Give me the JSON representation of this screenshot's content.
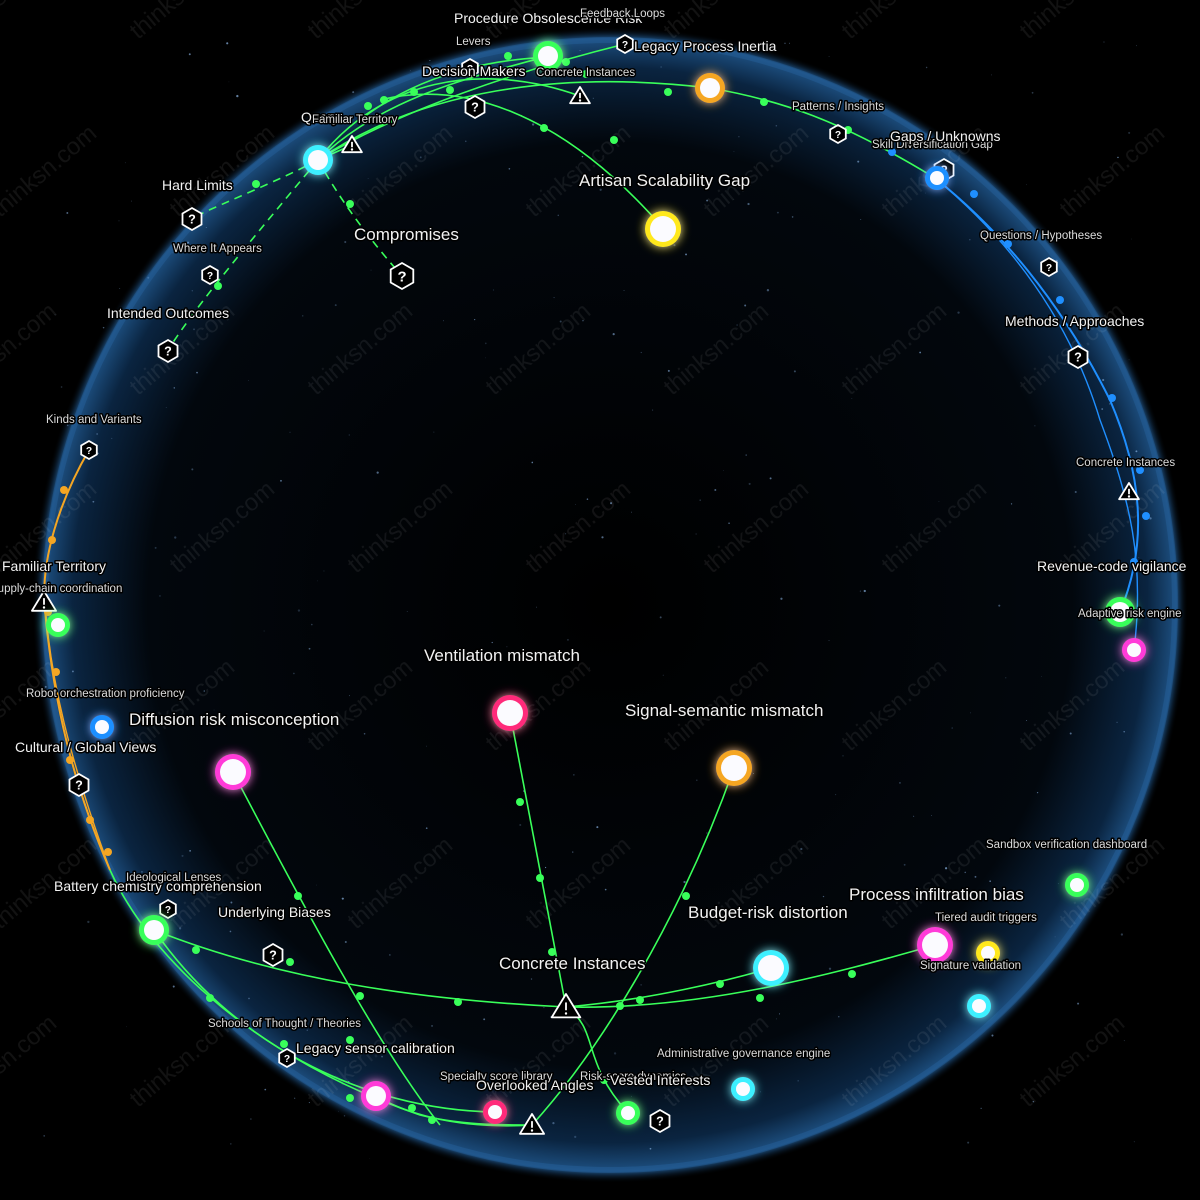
{
  "watermark": "thinksn.com",
  "colors": {
    "green": "#39ff5a",
    "blue": "#1f8fff",
    "orange": "#f5a623",
    "magenta": "#ff3ad8",
    "pink": "#ff2a7a",
    "yellow": "#ffe81a",
    "cyan": "#3cf0ff",
    "sphere": "#0b2a4a"
  },
  "nodes": [
    {
      "id": "query",
      "label": "Query",
      "size": "md",
      "color": "cyan"
    },
    {
      "id": "artisan",
      "label": "Artisan Scalability Gap",
      "size": "lg",
      "color": "yellow"
    },
    {
      "id": "legacy-inertia",
      "label": "Legacy Process Inertia",
      "size": "md",
      "color": "orange"
    },
    {
      "id": "procedure-risk",
      "label": "Procedure Obsolescence Risk",
      "size": "md",
      "color": "green"
    },
    {
      "id": "skill-div",
      "label": "Skill Diversification Gap",
      "size": "sm",
      "color": "blue"
    },
    {
      "id": "revenue-vigilance",
      "label": "Revenue-code vigilance",
      "size": "md",
      "color": "green"
    },
    {
      "id": "adaptive-risk",
      "label": "Adaptive risk engine",
      "size": "sm",
      "color": "magenta"
    },
    {
      "id": "supply-chain",
      "label": "Supply-chain coordination",
      "size": "sm",
      "color": "green"
    },
    {
      "id": "robot-orch",
      "label": "Robot orchestration proficiency",
      "size": "sm",
      "color": "blue"
    },
    {
      "id": "diffusion",
      "label": "Diffusion risk misconception",
      "size": "lg",
      "color": "magenta"
    },
    {
      "id": "ventilation",
      "label": "Ventilation mismatch",
      "size": "lg",
      "color": "pink"
    },
    {
      "id": "signal-semantic",
      "label": "Signal-semantic mismatch",
      "size": "lg",
      "color": "orange"
    },
    {
      "id": "battery",
      "label": "Battery chemistry comprehension",
      "size": "md",
      "color": "green"
    },
    {
      "id": "budget-risk",
      "label": "Budget-risk distortion",
      "size": "lg",
      "color": "cyan"
    },
    {
      "id": "process-infiltration",
      "label": "Process infiltration bias",
      "size": "lg",
      "color": "magenta"
    },
    {
      "id": "sandbox",
      "label": "Sandbox verification dashboard",
      "size": "sm",
      "color": "green"
    },
    {
      "id": "signature",
      "label": "Signature validation",
      "size": "sm",
      "color": "yellow"
    },
    {
      "id": "tiered-audit",
      "label": "Tiered audit triggers",
      "size": "sm",
      "color": "cyan"
    },
    {
      "id": "legacy-sensor",
      "label": "Legacy sensor calibration",
      "size": "md",
      "color": "magenta"
    },
    {
      "id": "specialty-score",
      "label": "Specialty score library",
      "size": "sm",
      "color": "pink"
    },
    {
      "id": "risk-scoring",
      "label": "Risk-score dynamics",
      "size": "sm",
      "color": "green"
    },
    {
      "id": "admin-gov",
      "label": "Administrative governance engine",
      "size": "sm",
      "color": "cyan"
    }
  ],
  "markers": [
    {
      "id": "m-feedback",
      "label": "Feedback Loops",
      "type": "question",
      "size": "sm"
    },
    {
      "id": "m-levers",
      "label": "Levers",
      "type": "question",
      "size": "sm"
    },
    {
      "id": "m-decision",
      "label": "Decision Makers",
      "type": "question",
      "size": "md"
    },
    {
      "id": "m-concrete-top",
      "label": "Concrete Instances",
      "type": "warning",
      "size": "sm"
    },
    {
      "id": "m-familiar-top",
      "label": "Familiar Territory",
      "type": "warning",
      "size": "sm"
    },
    {
      "id": "m-patterns",
      "label": "Patterns / Insights",
      "type": "question",
      "size": "sm"
    },
    {
      "id": "m-gaps",
      "label": "Gaps / Unknowns",
      "type": "question",
      "size": "md"
    },
    {
      "id": "m-questions",
      "label": "Questions / Hypotheses",
      "type": "question",
      "size": "sm"
    },
    {
      "id": "m-methods",
      "label": "Methods / Approaches",
      "type": "question",
      "size": "md"
    },
    {
      "id": "m-concrete-right",
      "label": "Concrete Instances",
      "type": "warning",
      "size": "sm"
    },
    {
      "id": "m-hard-limits",
      "label": "Hard Limits",
      "type": "question",
      "size": "md"
    },
    {
      "id": "m-compromises",
      "label": "Compromises",
      "type": "question",
      "size": "lg"
    },
    {
      "id": "m-where",
      "label": "Where It Appears",
      "type": "question",
      "size": "sm"
    },
    {
      "id": "m-intended",
      "label": "Intended Outcomes",
      "type": "question",
      "size": "md"
    },
    {
      "id": "m-kinds",
      "label": "Kinds and Variants",
      "type": "question",
      "size": "sm"
    },
    {
      "id": "m-familiar-left",
      "label": "Familiar Territory",
      "type": "warning",
      "size": "md"
    },
    {
      "id": "m-cultural",
      "label": "Cultural / Global Views",
      "type": "question",
      "size": "md"
    },
    {
      "id": "m-ideological",
      "label": "Ideological Lenses",
      "type": "question",
      "size": "sm"
    },
    {
      "id": "m-biases",
      "label": "Underlying Biases",
      "type": "question",
      "size": "md"
    },
    {
      "id": "m-concrete-bottom",
      "label": "Concrete Instances",
      "type": "warning",
      "size": "lg"
    },
    {
      "id": "m-schools",
      "label": "Schools of Thought / Theories",
      "type": "question",
      "size": "sm"
    },
    {
      "id": "m-overlooked",
      "label": "Overlooked Angles",
      "type": "warning",
      "size": "md"
    },
    {
      "id": "m-vested",
      "label": "Vested Interests",
      "type": "question",
      "size": "md"
    }
  ]
}
